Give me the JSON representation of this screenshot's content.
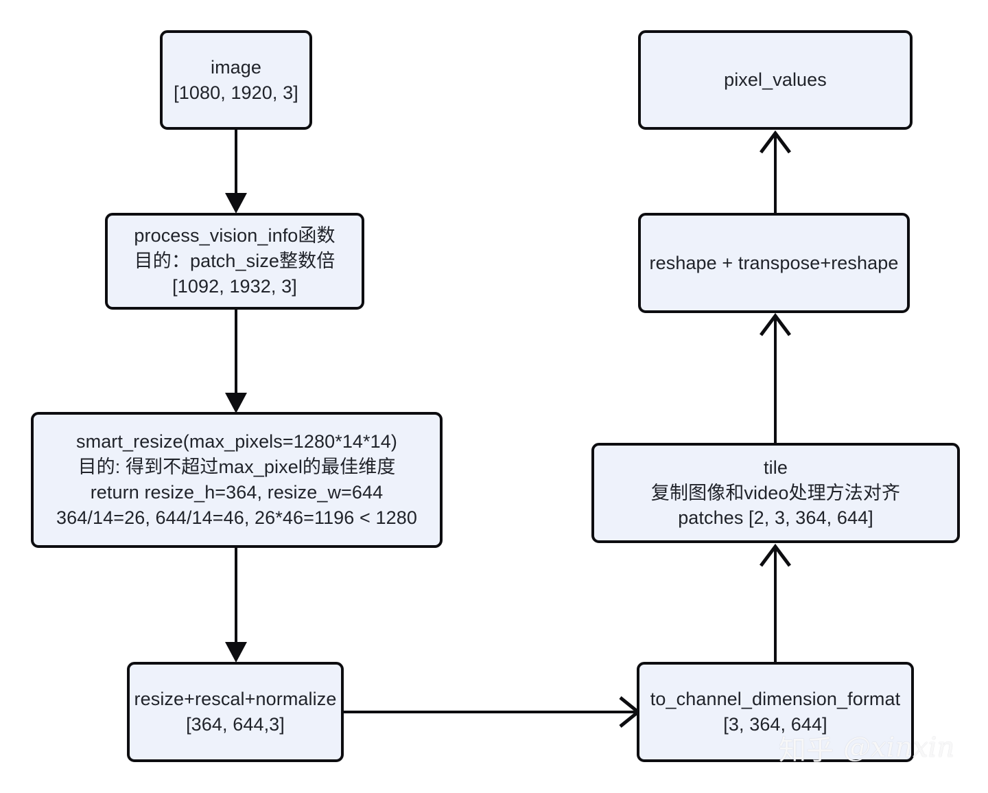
{
  "diagram": {
    "title": "Qwen2-VL image preprocessing pipeline",
    "background_color": "#ffffff",
    "node_fill_color": "#eef2fb",
    "node_border_color": "#0d0d10",
    "text_color": "#20232a",
    "nodes": [
      {
        "id": "image",
        "lines": [
          "image",
          "[1080, 1920, 3]"
        ]
      },
      {
        "id": "process_vision_info",
        "lines": [
          "process_vision_info函数",
          "目的：patch_size整数倍",
          "[1092, 1932, 3]"
        ]
      },
      {
        "id": "smart_resize",
        "lines": [
          "smart_resize(max_pixels=1280*14*14)",
          "目的: 得到不超过max_pixel的最佳维度",
          "return resize_h=364, resize_w=644",
          "364/14=26, 644/14=46, 26*46=1196 < 1280"
        ]
      },
      {
        "id": "resize_rescal_normalize",
        "lines": [
          "resize+rescal+normalize",
          "[364, 644,3]"
        ]
      },
      {
        "id": "to_channel_dimension_format",
        "lines": [
          "to_channel_dimension_format",
          "[3, 364, 644]"
        ]
      },
      {
        "id": "tile",
        "lines": [
          "tile",
          "复制图像和video处理方法对齐",
          "patches [2, 3, 364, 644]"
        ]
      },
      {
        "id": "reshape_transpose_reshape",
        "lines": [
          "reshape + transpose+reshape"
        ]
      },
      {
        "id": "pixel_values",
        "lines": [
          "pixel_values"
        ]
      }
    ],
    "edges": [
      {
        "from": "image",
        "to": "process_vision_info",
        "direction": "down",
        "head": "filled"
      },
      {
        "from": "process_vision_info",
        "to": "smart_resize",
        "direction": "down",
        "head": "filled"
      },
      {
        "from": "smart_resize",
        "to": "resize_rescal_normalize",
        "direction": "down",
        "head": "filled"
      },
      {
        "from": "resize_rescal_normalize",
        "to": "to_channel_dimension_format",
        "direction": "right",
        "head": "open"
      },
      {
        "from": "to_channel_dimension_format",
        "to": "tile",
        "direction": "up",
        "head": "open"
      },
      {
        "from": "tile",
        "to": "reshape_transpose_reshape",
        "direction": "up",
        "head": "open"
      },
      {
        "from": "reshape_transpose_reshape",
        "to": "pixel_values",
        "direction": "up",
        "head": "open"
      }
    ]
  },
  "watermark": {
    "site": "知乎",
    "handle": "@xinxin"
  }
}
